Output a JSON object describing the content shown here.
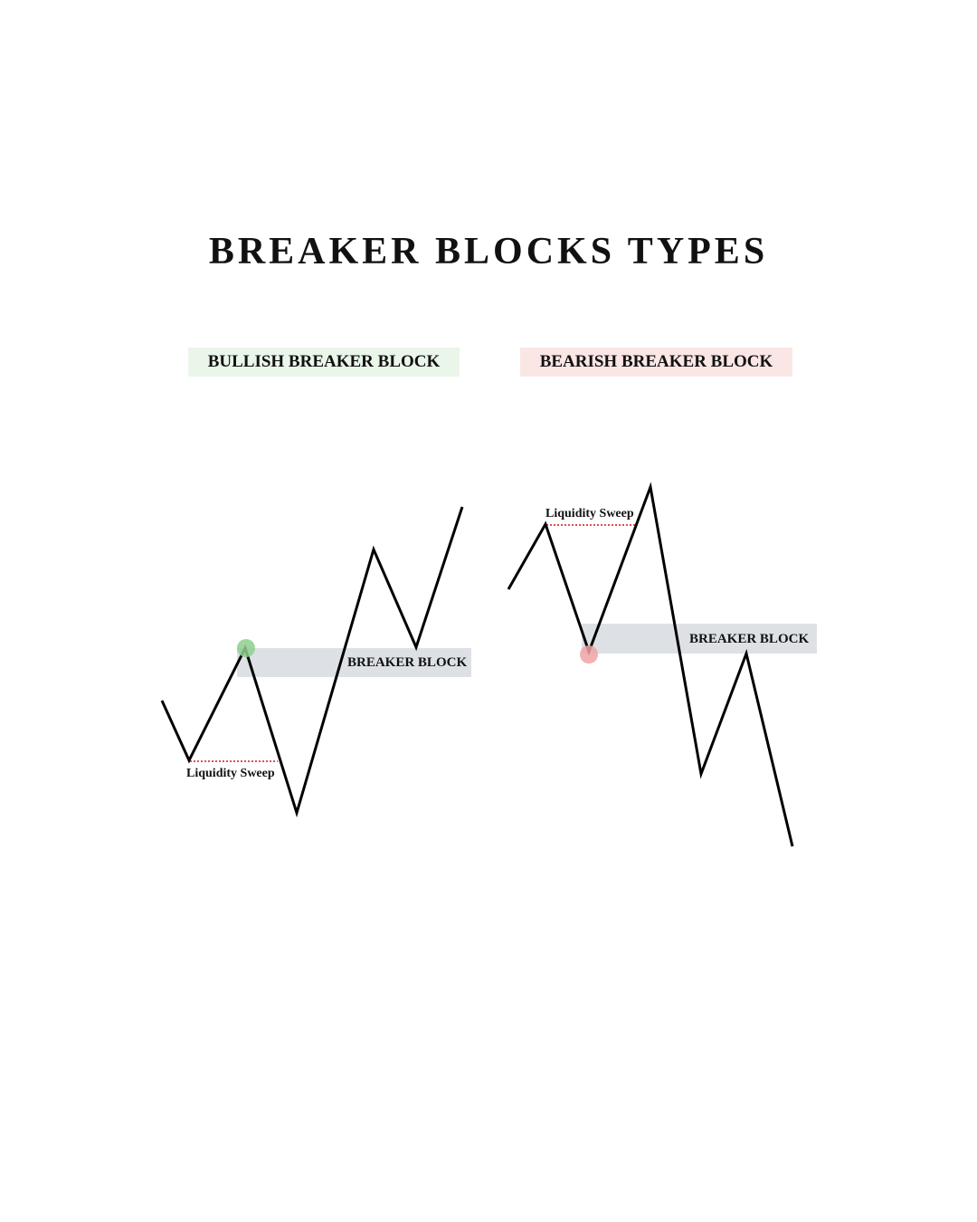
{
  "title": "BREAKER BLOCKS TYPES",
  "bullish": {
    "heading": "BULLISH BREAKER BLOCK",
    "breaker_label": "BREAKER BLOCK",
    "sweep_label": "Liquidity Sweep"
  },
  "bearish": {
    "heading": "BEARISH BREAKER BLOCK",
    "breaker_label": "BREAKER BLOCK",
    "sweep_label": "Liquidity Sweep"
  },
  "colors": {
    "bullish_badge_bg": "#eaf6ea",
    "bearish_badge_bg": "#fbe6e6",
    "breaker_zone": "#dde1e6",
    "bullish_marker": "#8fce8f",
    "bearish_marker": "#f0a3a3",
    "sweep_line": "#d9534f",
    "price_line": "#000000"
  }
}
